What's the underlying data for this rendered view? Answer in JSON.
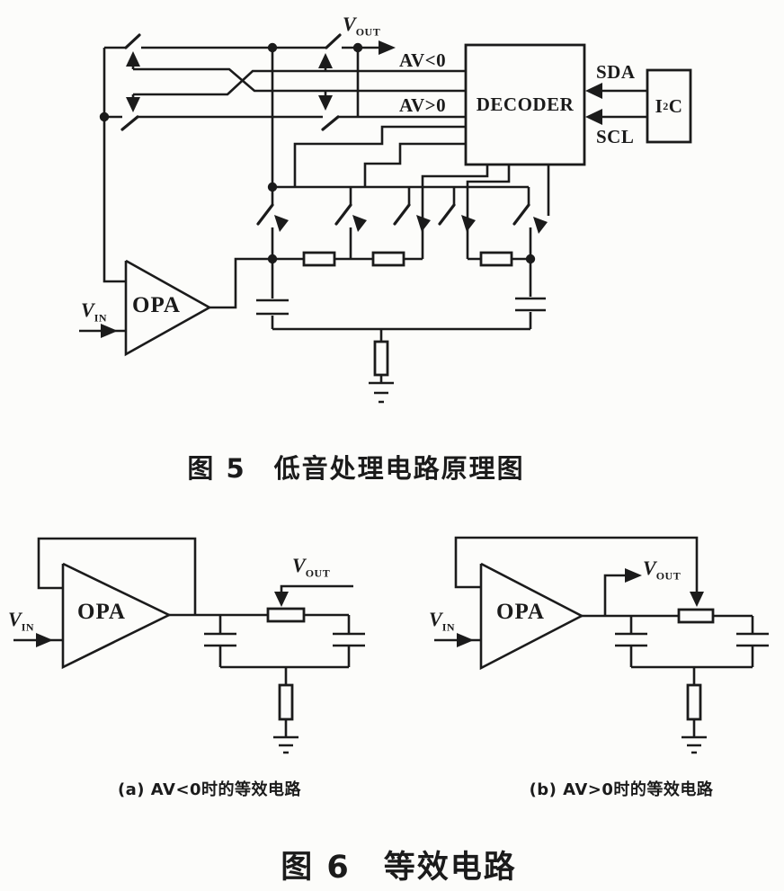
{
  "colors": {
    "ink": "#1b1b1b",
    "paper": "#fcfcfa"
  },
  "figure5": {
    "caption": "图 5　低音处理电路原理图",
    "decoder_label": "DECODER",
    "i2c": {
      "base": "I",
      "sup": "2",
      "tail": "C"
    },
    "sda_label": "SDA",
    "scl_label": "SCL",
    "av_negative_label": "AV<0",
    "av_positive_label": "AV>0",
    "opa_label": "OPA",
    "v_in": {
      "base": "V",
      "sub": "IN"
    },
    "v_out": {
      "base": "V",
      "sub": "OUT"
    }
  },
  "figure6": {
    "caption": "图 6　等效电路",
    "circuit_a": {
      "caption": "(a) AV<0时的等效电路",
      "opa_label": "OPA",
      "v_in": {
        "base": "V",
        "sub": "IN"
      },
      "v_out": {
        "base": "V",
        "sub": "OUT"
      }
    },
    "circuit_b": {
      "caption": "(b) AV>0时的等效电路",
      "opa_label": "OPA",
      "v_in": {
        "base": "V",
        "sub": "IN"
      },
      "v_out": {
        "base": "V",
        "sub": "OUT"
      }
    }
  }
}
